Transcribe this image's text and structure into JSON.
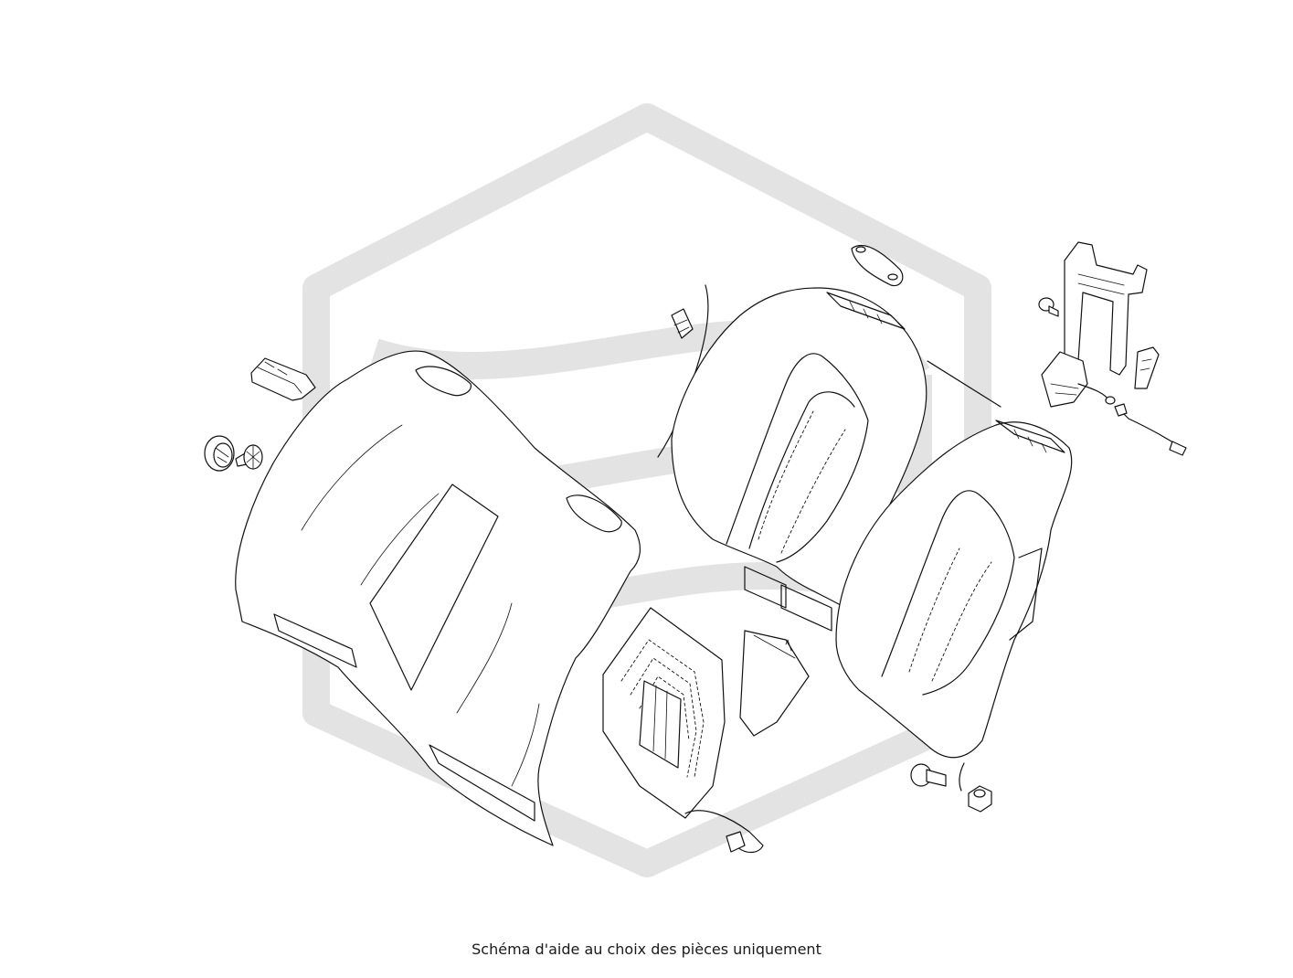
{
  "caption": "Schéma d'aide au choix des pièces uniquement",
  "colors": {
    "background": "#ffffff",
    "line_art": "#111111",
    "watermark": "#e3e3e3"
  },
  "watermark": {
    "icon": "hexagon-logo-watermark"
  },
  "parts": [
    "seat-back-cover",
    "seat-cushion-pad",
    "seat-back-frame-left",
    "seat-back-frame-right",
    "headrest-guide-bracket",
    "wiring-harness",
    "heating-element",
    "armrest-trim",
    "fasteners"
  ]
}
